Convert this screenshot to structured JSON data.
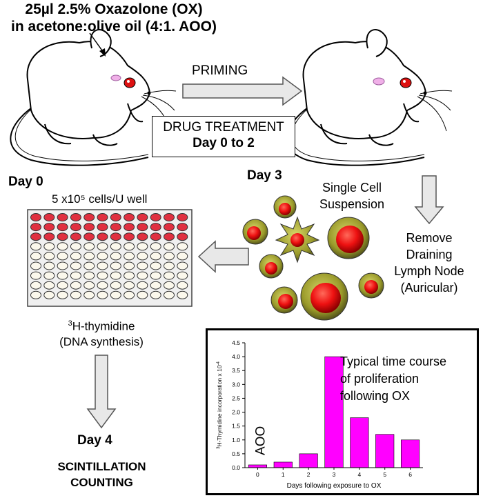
{
  "header": {
    "line1": "25µl 2.5% Oxazolone (OX)",
    "line2": "in acetone:olive oil (4:1. AOO)"
  },
  "priming_label": "PRIMING",
  "drug_treatment": {
    "line1": "DRUG TREATMENT",
    "line2": "Day 0 to 2"
  },
  "day0": "Day 0",
  "day3": "Day 3",
  "day4": "Day 4",
  "single_cell": {
    "line1": "Single Cell",
    "line2": "Suspension"
  },
  "remove_node": {
    "line1": "Remove",
    "line2": "Draining",
    "line3": "Lymph Node",
    "line4": "(Auricular)"
  },
  "cells_per_well": "5 x10⁵ cells/U well",
  "thymidine": {
    "sup": "3",
    "line1": "H-thymidine",
    "line2": "(DNA synthesis)"
  },
  "scintillation": {
    "line1": "SCINTILLATION",
    "line2": "COUNTING"
  },
  "plate": {
    "rows": 9,
    "cols": 12,
    "filled_rows": 3,
    "well_red": "#e03040",
    "well_empty": "#fbf8ec"
  },
  "colors": {
    "bar": "#ff00ff",
    "cell_outer": "#9a9a2a",
    "cell_inner": "#ee1111",
    "mouse_eye": "#dd1111"
  },
  "chart_data": {
    "type": "bar",
    "categories": [
      "0",
      "1",
      "2",
      "3",
      "4",
      "5",
      "6"
    ],
    "values": [
      0.1,
      0.2,
      0.5,
      4.0,
      1.8,
      1.2,
      1.0
    ],
    "xlabel": "Days following exposure to OX",
    "ylabel_sup": "3",
    "ylabel": "H-Thymidine incorporation x 10",
    "ylabel_exp": "-4",
    "ylim": [
      0,
      4.5
    ],
    "yticks": [
      "0.0",
      "0.5",
      "1.0",
      "1.5",
      "2.0",
      "2.5",
      "3.0",
      "3.5",
      "4.0",
      "4.5"
    ],
    "annotation_aoo": "AOO",
    "annotation": [
      "Typical time course",
      "of proliferation",
      "following OX"
    ]
  }
}
